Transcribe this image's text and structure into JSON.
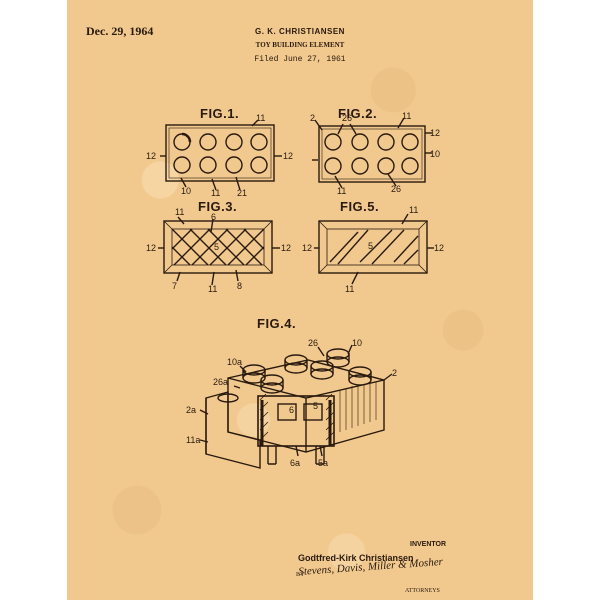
{
  "header": {
    "date": "Dec. 29, 1964",
    "inventor_short": "G. K. CHRISTIANSEN",
    "title": "TOY BUILDING ELEMENT",
    "filed": "Filed June 27, 1961"
  },
  "figures": {
    "fig1": "FIG.1.",
    "fig2": "FIG.2.",
    "fig3": "FIG.3.",
    "fig5": "FIG.5.",
    "fig4": "FIG.4."
  },
  "refs": {
    "fig1": [
      "11",
      "12",
      "12",
      "10",
      "11",
      "21"
    ],
    "fig2": [
      "2",
      "26",
      "11",
      "12",
      "10",
      "11",
      "26"
    ],
    "fig3": [
      "11",
      "6",
      "12",
      "5",
      "12",
      "7",
      "11",
      "8"
    ],
    "fig5": [
      "11",
      "12",
      "5",
      "12",
      "11"
    ],
    "fig4": [
      "26",
      "10",
      "10a",
      "2",
      "26a",
      "2a",
      "6",
      "5",
      "11a",
      "6a",
      "5a"
    ]
  },
  "footer": {
    "inventor_label": "INVENTOR",
    "inventor_full": "Godtfred-Kirk Christiansen",
    "by": "BY",
    "signature": "Stevens, Davis, Miller & Mosher",
    "attorneys": "ATTORNEYS"
  },
  "colors": {
    "paper": "#f1c98f",
    "ink": "#2a1a0e"
  }
}
